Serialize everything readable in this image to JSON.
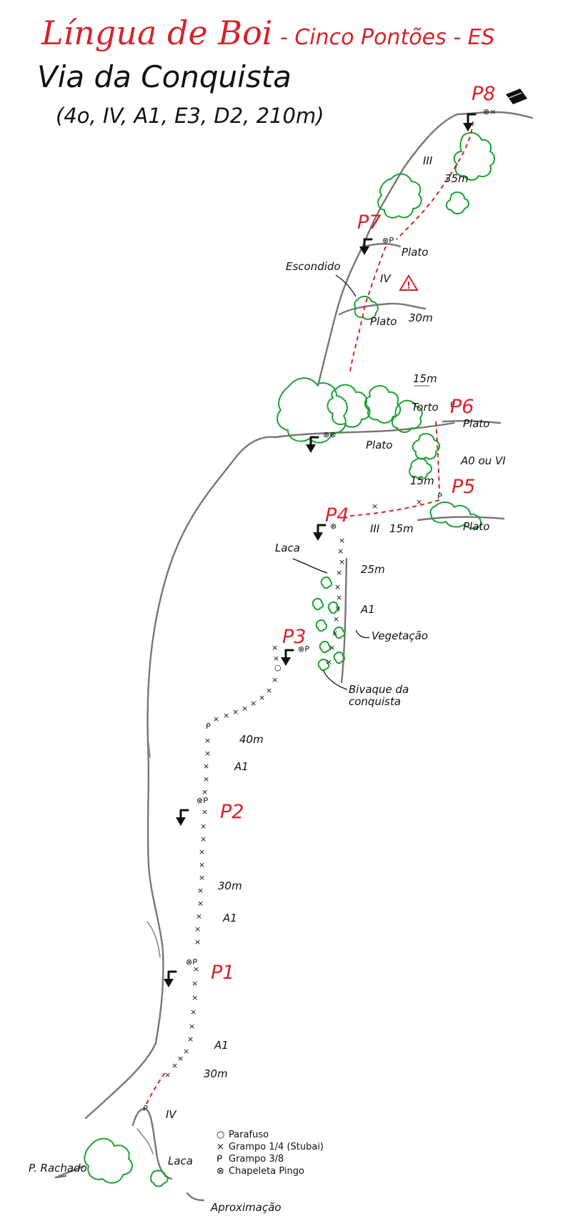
{
  "title": {
    "main": "Língua de Boi",
    "sub": "- Cinco Pontões - ES",
    "route": "Via da Conquista",
    "grade": "(4o, IV, A1, E3, D2, 210m)"
  },
  "pitches": [
    "P1",
    "P2",
    "P3",
    "P4",
    "P5",
    "P6",
    "P7",
    "P8"
  ],
  "labels": {
    "plato": "Plato",
    "escondido": "Escondido",
    "torto": "Torto",
    "laca": "Laca",
    "vegetacao": "Vegetação",
    "bivaque": "Bivaque da",
    "bivaque2": "conquista",
    "p_rachado": "P. Rachado",
    "aproximacao": "Aproximação"
  },
  "grades": {
    "iii_top": "III",
    "iv_p7": "IV",
    "a0_vi": "A0 ou VI",
    "iii_p4": "III",
    "a1_p3": "A1",
    "a1_p2a": "A1",
    "a1_p1": "A1",
    "a1_start": "A1",
    "iv_start": "IV"
  },
  "lengths": {
    "m35": "35m",
    "m30_top": "30m",
    "m15_a": "15m",
    "m15_b": "15m",
    "m15_c": "15m",
    "m25": "25m",
    "m40": "40m",
    "m30_mid": "30m",
    "m30_low": "30m"
  },
  "legend": [
    {
      "symbol": "○",
      "label": "Parafuso"
    },
    {
      "symbol": "×",
      "label": "Grampo 1/4 (Stubai)"
    },
    {
      "symbol": "ᑭ",
      "label": "Grampo 3/8"
    },
    {
      "symbol": "⊗",
      "label": "Chapeleta Pingo"
    }
  ],
  "colors": {
    "accent_red": "#d8222a",
    "vegetation_green": "#19a330",
    "rock_gray": "#777777"
  },
  "icons": {
    "book": "book-icon",
    "warning": "warning-icon",
    "rappel": "rappel-arrow-icon"
  }
}
